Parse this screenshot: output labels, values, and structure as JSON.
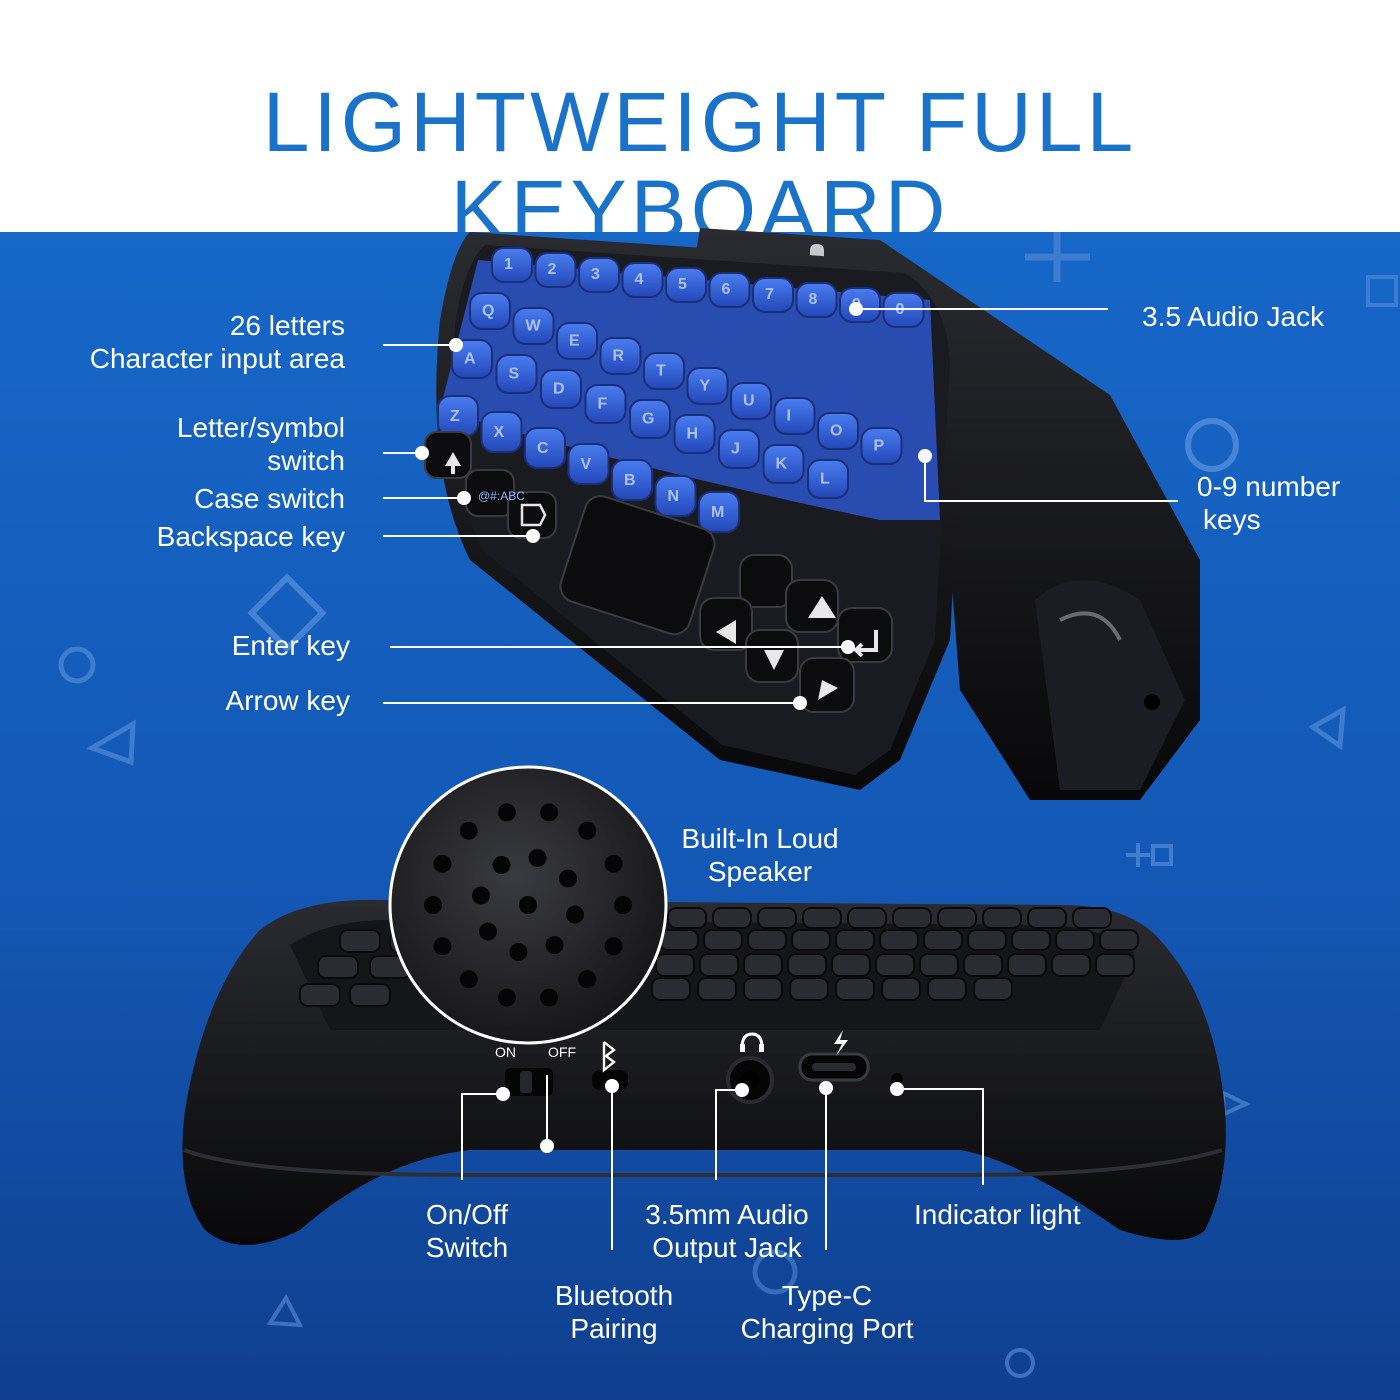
{
  "header": {
    "title_line1": "LIGHTWEIGHT FULL",
    "title_line2": "KEYBOARD"
  },
  "colors": {
    "header_text": "#1a73c8",
    "background": "#1565c0",
    "keycap_blue": "#2f5fd6",
    "device_black": "#0e0e10"
  },
  "callouts": {
    "letters_line1": "26 letters",
    "letters_line2": "Character input area",
    "symbol_line1": "Letter/symbol",
    "symbol_line2": "switch",
    "case_switch": "Case switch",
    "backspace": "Backspace key",
    "enter": "Enter key",
    "arrow": "Arrow key",
    "audio_jack": "3.5 Audio Jack",
    "numbers_line1": "0-9 number",
    "numbers_line2": "keys",
    "speaker_line1": "Built-In Loud",
    "speaker_line2": "Speaker",
    "onoff_line1": "On/Off",
    "onoff_line2": "Switch",
    "bt_line1": "Bluetooth",
    "bt_line2": "Pairing",
    "audio_out_line1": "3.5mm Audio",
    "audio_out_line2": "Output Jack",
    "typec_line1": "Type-C",
    "typec_line2": "Charging Port",
    "indicator": "Indicator light"
  },
  "device_marks": {
    "on": "ON",
    "off": "OFF"
  },
  "keys": {
    "numbers": [
      "1",
      "2",
      "3",
      "4",
      "5",
      "6",
      "7",
      "8",
      "9",
      "0"
    ],
    "row_q": [
      "Q",
      "W",
      "E",
      "R",
      "T",
      "Y",
      "U",
      "I",
      "O",
      "P"
    ],
    "row_a": [
      "A",
      "S",
      "D",
      "F",
      "G",
      "H",
      "J",
      "K",
      "L"
    ],
    "row_z": [
      "Z",
      "X",
      "C",
      "V",
      "B",
      "N",
      "M"
    ],
    "mode_key": "@#:ABC"
  }
}
